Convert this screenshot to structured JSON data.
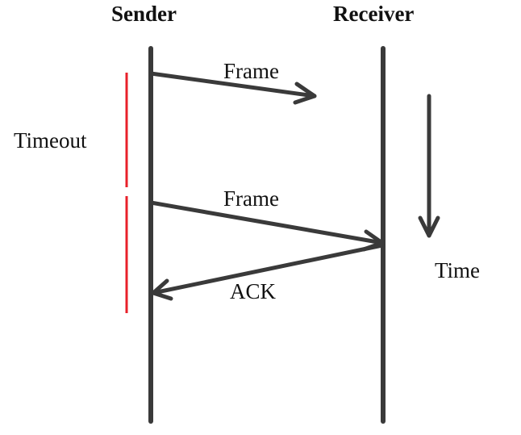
{
  "headers": {
    "sender": "Sender",
    "receiver": "Receiver"
  },
  "messages": {
    "frame_1": "Frame",
    "frame_2": "Frame",
    "ack": "ACK"
  },
  "side_labels": {
    "timeout": "Timeout",
    "time": "Time"
  },
  "colors": {
    "line": "#3a3a3a",
    "timeout_marker": "#e8202a",
    "text": "#111111"
  }
}
